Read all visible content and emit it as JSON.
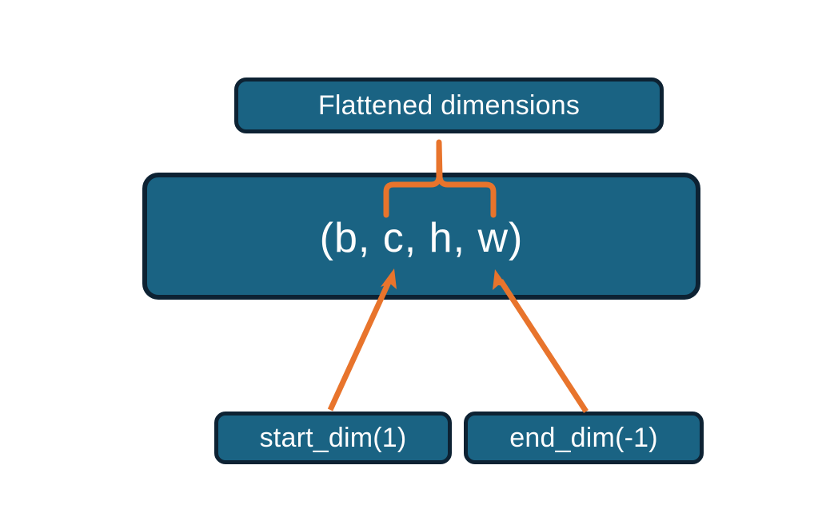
{
  "diagram": {
    "title_node": {
      "name": "flattened-dimensions",
      "label": "Flattened dimensions"
    },
    "shape_node": {
      "name": "tensor-shape",
      "label": "(b, c, h, w)"
    },
    "start_node": {
      "name": "start-dim",
      "label": "start_dim(1)"
    },
    "end_node": {
      "name": "end-dim",
      "label": "end_dim(-1)"
    },
    "connectors": {
      "brace": {
        "name": "curly-brace-connector",
        "from": "tensor-shape",
        "to": "flattened-dimensions",
        "spans": "c, h, w"
      },
      "start_arrow": {
        "name": "start-dim-arrow",
        "from": "start-dim",
        "to": "tensor-shape",
        "points_at": "c"
      },
      "end_arrow": {
        "name": "end-dim-arrow",
        "from": "end-dim",
        "to": "tensor-shape",
        "points_at": "w"
      }
    },
    "colors": {
      "node_fill": "#1a6383",
      "node_border": "#0d2233",
      "node_text": "#fdfdfd",
      "connector": "#e8742c",
      "background": "#ffffff"
    }
  }
}
